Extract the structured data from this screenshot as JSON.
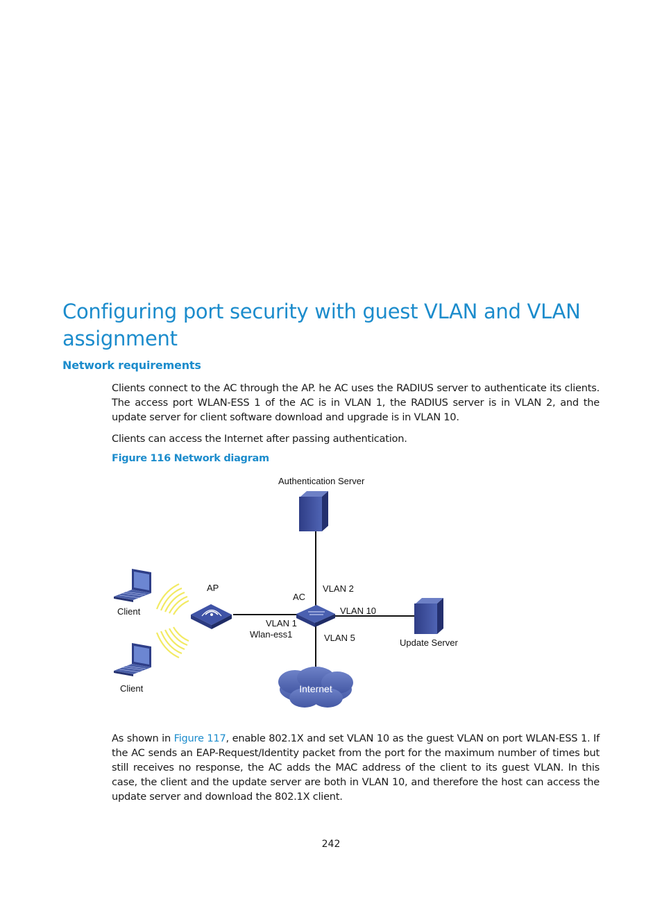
{
  "heading": "Configuring port security with guest VLAN and VLAN assignment",
  "subheading": "Network requirements",
  "paragraph1": "Clients connect to the AC through the AP. he AC uses the RADIUS server to authenticate its clients. The access port WLAN-ESS 1 of the AC is in VLAN 1, the RADIUS server is in VLAN 2, and the update server for client software download and upgrade is in VLAN 10.",
  "paragraph2": "Clients can access the Internet after passing authentication.",
  "figure_caption": "Figure 116 Network diagram",
  "diagram": {
    "auth_server": "Authentication Server",
    "ap": "AP",
    "ac": "AC",
    "client_top": "Client",
    "client_bottom": "Client",
    "vlan2": "VLAN 2",
    "vlan10": "VLAN 10",
    "vlan1": "VLAN 1",
    "wlan_ess1": "Wlan-ess1",
    "vlan5": "VLAN 5",
    "update_server": "Update Server",
    "internet": "Internet"
  },
  "paragraph3": {
    "before_link": "As shown in ",
    "link": "Figure 117",
    "after_link": ", enable 802.1X and set VLAN 10 as the guest VLAN on port WLAN-ESS 1. If the AC sends an EAP-Request/Identity packet from the port for the maximum number of times but still receives no response, the AC adds the MAC address of the client to its guest VLAN. In this case, the client and the update server are both in VLAN 10, and therefore the host can access the update server and download the 802.1X client."
  },
  "page_number": "242"
}
